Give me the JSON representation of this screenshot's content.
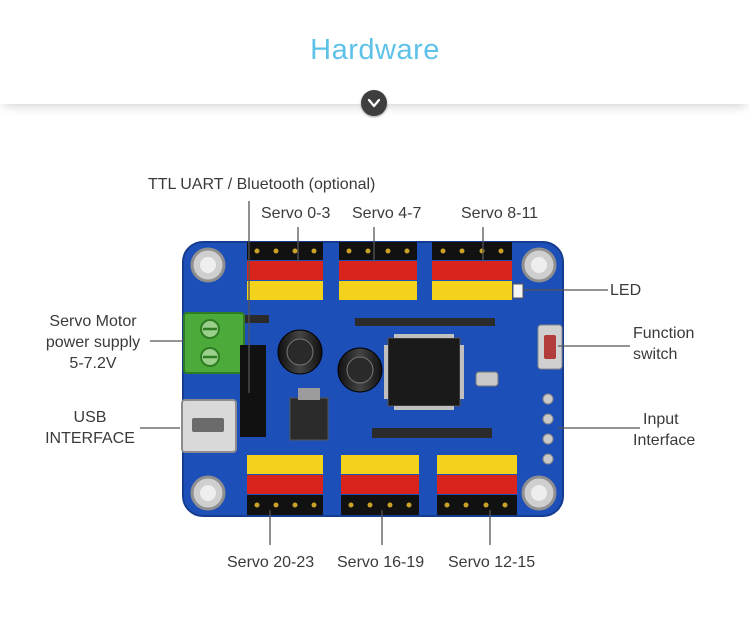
{
  "header": {
    "title": "Hardware"
  },
  "labels": {
    "ttl_uart": "TTL UART / Bluetooth (optional)",
    "servo_0_3": "Servo 0-3",
    "servo_4_7": "Servo 4-7",
    "servo_8_11": "Servo 8-11",
    "led": "LED",
    "function_switch_l1": "Function",
    "function_switch_l2": "switch",
    "power_l1": "Servo Motor",
    "power_l2": "power supply",
    "power_l3": "5-7.2V",
    "usb_l1": "USB",
    "usb_l2": "INTERFACE",
    "input_l1": "Input",
    "input_l2": "Interface",
    "servo_20_23": "Servo 20-23",
    "servo_16_19": "Servo 16-19",
    "servo_12_15": "Servo 12-15"
  },
  "colors": {
    "title": "#5ec1e8",
    "board": "#1d4fb8",
    "header_pins": "#111111",
    "red_pins": "#d8241c",
    "yellow_pins": "#f2d21a",
    "terminal": "#4caa3a",
    "chip": "#222222"
  },
  "icons": {
    "expand": "chevron-down-icon"
  }
}
